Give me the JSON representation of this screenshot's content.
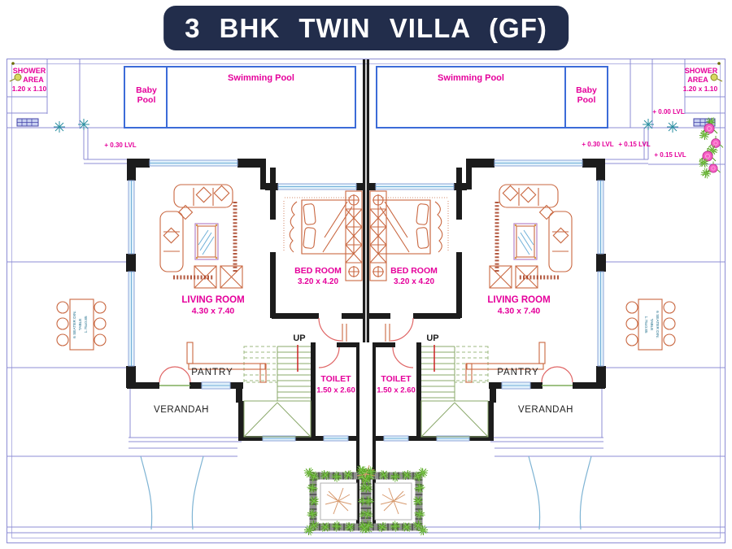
{
  "title": "3 BHK TWIN VILLA (GF)",
  "plan": {
    "shower": {
      "name_line1": "SHOWER",
      "name_line2": "AREA",
      "dim": "1.20 x 1.10"
    },
    "pool": {
      "swimming": "Swimming Pool",
      "baby_line1": "Baby",
      "baby_line2": "Pool"
    },
    "levels": {
      "l030": "+ 0.30 LVL",
      "l015": "+ 0.15 LVL",
      "l000": "+ 0.00 LVL"
    },
    "living": {
      "name": "LIVING ROOM",
      "dim": "4.30 x 7.40"
    },
    "bed": {
      "name": "BED ROOM",
      "dim": "3.20 x 4.20"
    },
    "toilet": {
      "name": "TOILET",
      "dim": "1.50 x 2.60"
    },
    "pantry": "PANTRY",
    "verandah": "VERANDAH",
    "up": "UP",
    "dining": {
      "line1": "6 SEATER DIN.",
      "line2": "TABLE",
      "line3": "1.75x0.85"
    }
  },
  "colors": {
    "banner_navy": "#222d4b",
    "label_magenta": "#e5009b",
    "pool_blue": "#3c6bd8",
    "wall_black": "#1c1c1c",
    "border_lavender": "#8c8cd4",
    "stair_green": "#8aa86a",
    "furniture_red": "#c96740",
    "foliage_green": "#55a41f",
    "flower_pink": "#f55fc4",
    "dining_text_teal": "#1f6e8c"
  }
}
